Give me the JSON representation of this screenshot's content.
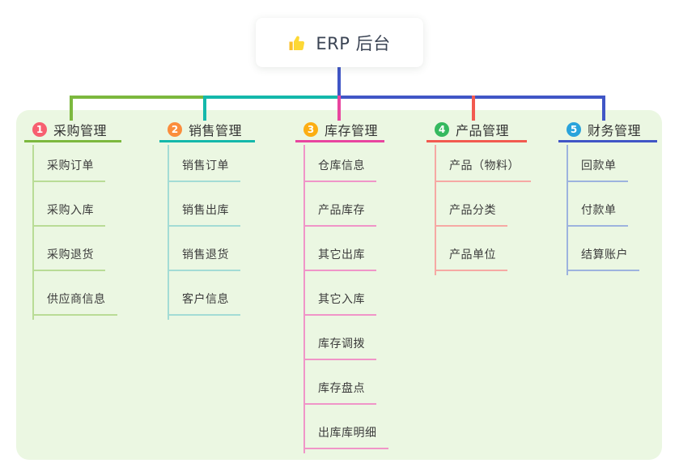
{
  "root": {
    "title": "ERP 后台",
    "icon": "thumbs-up-icon"
  },
  "branches": [
    {
      "number": "1",
      "title": "采购管理",
      "badge_color": "#f75f70",
      "line_color": "#7cb83e",
      "sub_line_color": "#b9dc96",
      "items": [
        "采购订单",
        "采购入库",
        "采购退货",
        "供应商信息"
      ]
    },
    {
      "number": "2",
      "title": "销售管理",
      "badge_color": "#fb8d3c",
      "line_color": "#14b8ab",
      "sub_line_color": "#a3dcd5",
      "items": [
        "销售订单",
        "销售出库",
        "销售退货",
        "客户信息"
      ]
    },
    {
      "number": "3",
      "title": "库存管理",
      "badge_color": "#fcae13",
      "line_color": "#e8459f",
      "sub_line_color": "#f095c8",
      "items": [
        "仓库信息",
        "产品库存",
        "其它出库",
        "其它入库",
        "库存调拨",
        "库存盘点",
        "出库库明细"
      ]
    },
    {
      "number": "4",
      "title": "产品管理",
      "badge_color": "#35b95f",
      "line_color": "#f25a50",
      "sub_line_color": "#f6a9a4",
      "items": [
        "产品（物料）",
        "产品分类",
        "产品单位"
      ]
    },
    {
      "number": "5",
      "title": "财务管理",
      "badge_color": "#29a3db",
      "line_color": "#4056c6",
      "sub_line_color": "#9db3de",
      "items": [
        "回款单",
        "付款单",
        "结算账户"
      ]
    }
  ],
  "colors": {
    "canvas_background": "#ffffff",
    "panel_background": "#ebf7e2",
    "root_trunk": "#4056c6",
    "root_title_text": "#3b4454",
    "branch_title_text": "#333333",
    "sub_item_text": "#3c3c3c"
  }
}
